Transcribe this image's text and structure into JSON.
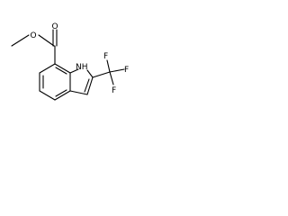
{
  "molecule": {
    "atoms": {
      "methyl_oxygen": "O",
      "carbonyl_oxygen": "O",
      "nh": "NH",
      "f_top": "F",
      "f_right": "F",
      "f_bottom": "F"
    }
  }
}
